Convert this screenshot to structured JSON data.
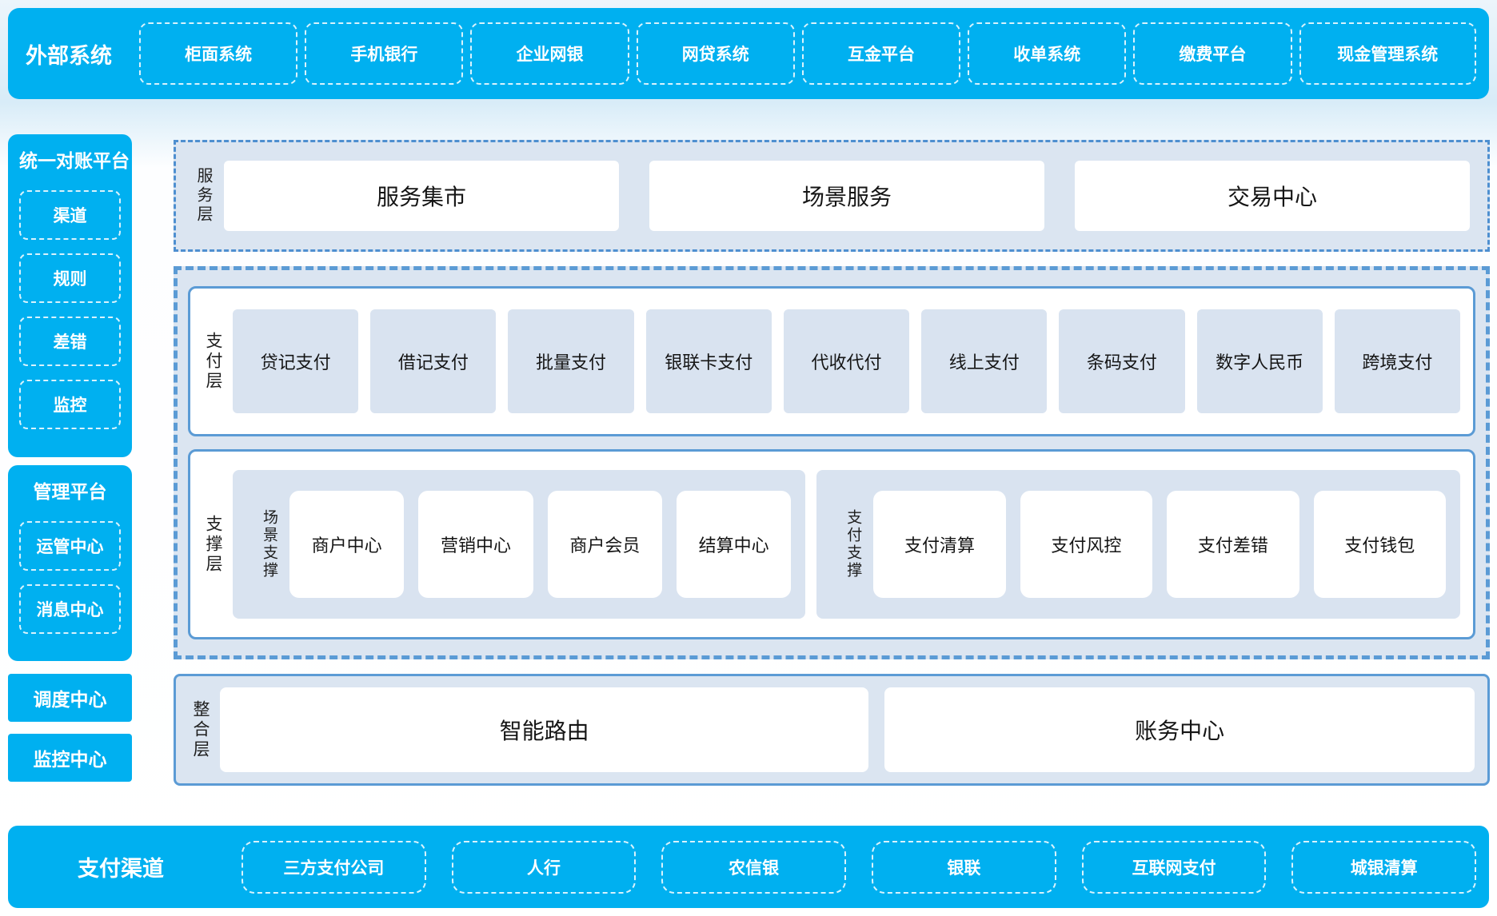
{
  "top_bar": {
    "title": "外部系统",
    "items": [
      "柜面系统",
      "手机银行",
      "企业网银",
      "网贷系统",
      "互金平台",
      "收单系统",
      "缴费平台",
      "现金管理系统"
    ]
  },
  "sidebar": {
    "reconciliation_platform": {
      "title": "统一对账平台",
      "items": [
        "渠道",
        "规则",
        "差错",
        "监控"
      ]
    },
    "management_platform": {
      "title": "管理平台",
      "items": [
        "运管中心",
        "消息中心"
      ]
    },
    "dispatch_center": "调度中心",
    "monitor_center": "监控中心"
  },
  "layers": {
    "service": {
      "label": "服务层",
      "items": [
        "服务集市",
        "场景服务",
        "交易中心"
      ]
    },
    "payment": {
      "label": "支付层",
      "items": [
        "贷记支付",
        "借记支付",
        "批量支付",
        "银联卡支付",
        "代收代付",
        "线上支付",
        "条码支付",
        "数字人民币",
        "跨境支付"
      ]
    },
    "support": {
      "label": "支撑层",
      "groups": [
        {
          "label": "场景支撑",
          "items": [
            "商户中心",
            "营销中心",
            "商户会员",
            "结算中心"
          ]
        },
        {
          "label": "支付支撑",
          "items": [
            "支付清算",
            "支付风控",
            "支付差错",
            "支付钱包"
          ]
        }
      ]
    },
    "integration": {
      "label": "整合层",
      "items": [
        "智能路由",
        "账务中心"
      ]
    }
  },
  "bottom_bar": {
    "title": "支付渠道",
    "items": [
      "三方支付公司",
      "人行",
      "农信银",
      "银联",
      "互联网支付",
      "城银清算"
    ]
  },
  "colors": {
    "accent_blue": "#00B0F0",
    "panel_bg": "#dbe5f1",
    "item_bg": "#d9e3f0",
    "border_blue": "#5B9BD5",
    "dashed_border": "#4E8FD0",
    "text_dark": "#1F1F1F",
    "text_white": "#FFFFFF"
  }
}
